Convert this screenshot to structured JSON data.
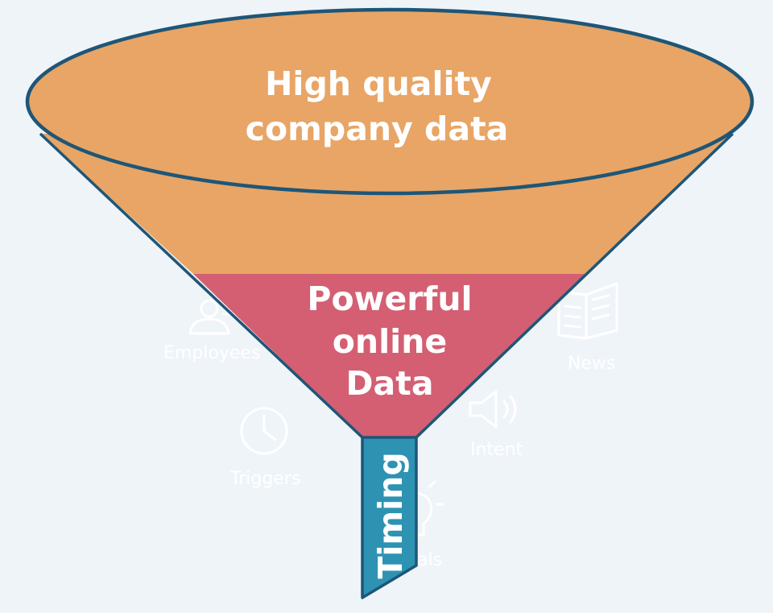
{
  "funnel": {
    "top_label": [
      "High quality",
      "company data"
    ],
    "middle_label": [
      "Powerful",
      "online",
      "Data"
    ],
    "spout_label": "Timing"
  },
  "background_items": [
    {
      "label": "Employees",
      "icon": "person-icon"
    },
    {
      "label": "News",
      "icon": "newspaper-icon"
    },
    {
      "label": "Triggers",
      "icon": "clock-icon"
    },
    {
      "label": "Intent",
      "icon": "speaker-icon"
    },
    {
      "label": "Signals",
      "icon": "lightbulb-icon"
    }
  ],
  "colors": {
    "background": "#eff4f9",
    "top_fill": "#e8a566",
    "middle_fill": "#d45f72",
    "spout_fill": "#2e93b3",
    "outline": "#1e5677",
    "text": "#ffffff"
  }
}
